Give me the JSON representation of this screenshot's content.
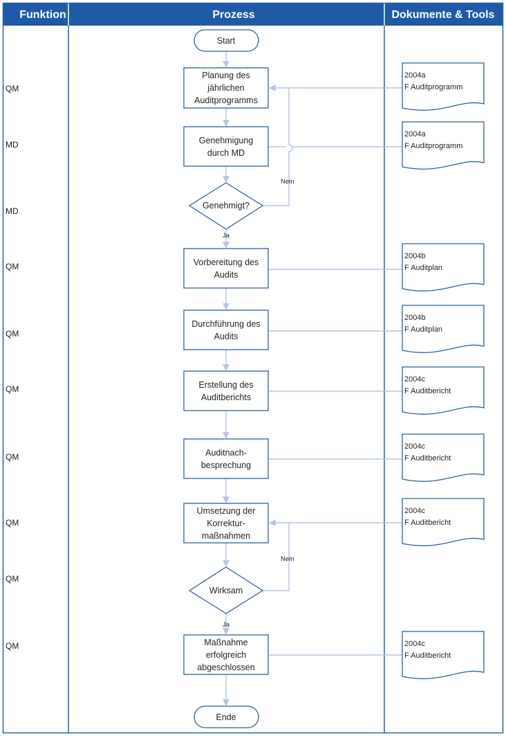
{
  "colors": {
    "header": "#1f5aa7",
    "frame": "#2b5ea8",
    "node_stroke": "#2e5e9c",
    "connector": "#b6c5e3"
  },
  "header": {
    "funktion": "Funktion",
    "prozess": "Prozess",
    "dokumente": "Dokumente & Tools"
  },
  "functions": [
    "QM",
    "MD",
    "MD",
    "QM",
    "QM",
    "QM",
    "QM",
    "QM",
    "QM",
    "QM"
  ],
  "nodes": {
    "start": "Start",
    "planung": [
      "Planung des",
      "jährlichen",
      "Auditprogramms"
    ],
    "genehmigung": [
      "Genehmigung",
      "durch MD"
    ],
    "genehmigt": "Genehmigt?",
    "vorbereitung": [
      "Vorbereitung des",
      "Audits"
    ],
    "durchfuehrung": [
      "Durchführung des",
      "Audits"
    ],
    "erstellung": [
      "Erstellung des",
      "Auditberichts"
    ],
    "nachbesprechung": [
      "Auditnach-",
      "besprechung"
    ],
    "umsetzung": [
      "Umsetzung der",
      "Korrektur-",
      "maßnahmen"
    ],
    "wirksam": "Wirksam",
    "abgeschlossen": [
      "Maßnahme",
      "erfolgreich",
      "abgeschlossen"
    ],
    "ende": "Ende"
  },
  "labels": {
    "nein1": "Nein",
    "ja1": "Ja",
    "nein2": "Nein",
    "ja2": "Ja"
  },
  "documents": [
    [
      "2004a",
      "F Auditprogramm"
    ],
    [
      "2004a",
      "F Auditprogramm"
    ],
    [
      "2004b",
      "F Auditplan"
    ],
    [
      "2004b",
      "F Auditplan"
    ],
    [
      "2004c",
      "F Auditbericht"
    ],
    [
      "2004c",
      "F Auditbericht"
    ],
    [
      "2004c",
      "F Auditbericht"
    ],
    [
      "2004c",
      "F Auditbericht"
    ]
  ]
}
